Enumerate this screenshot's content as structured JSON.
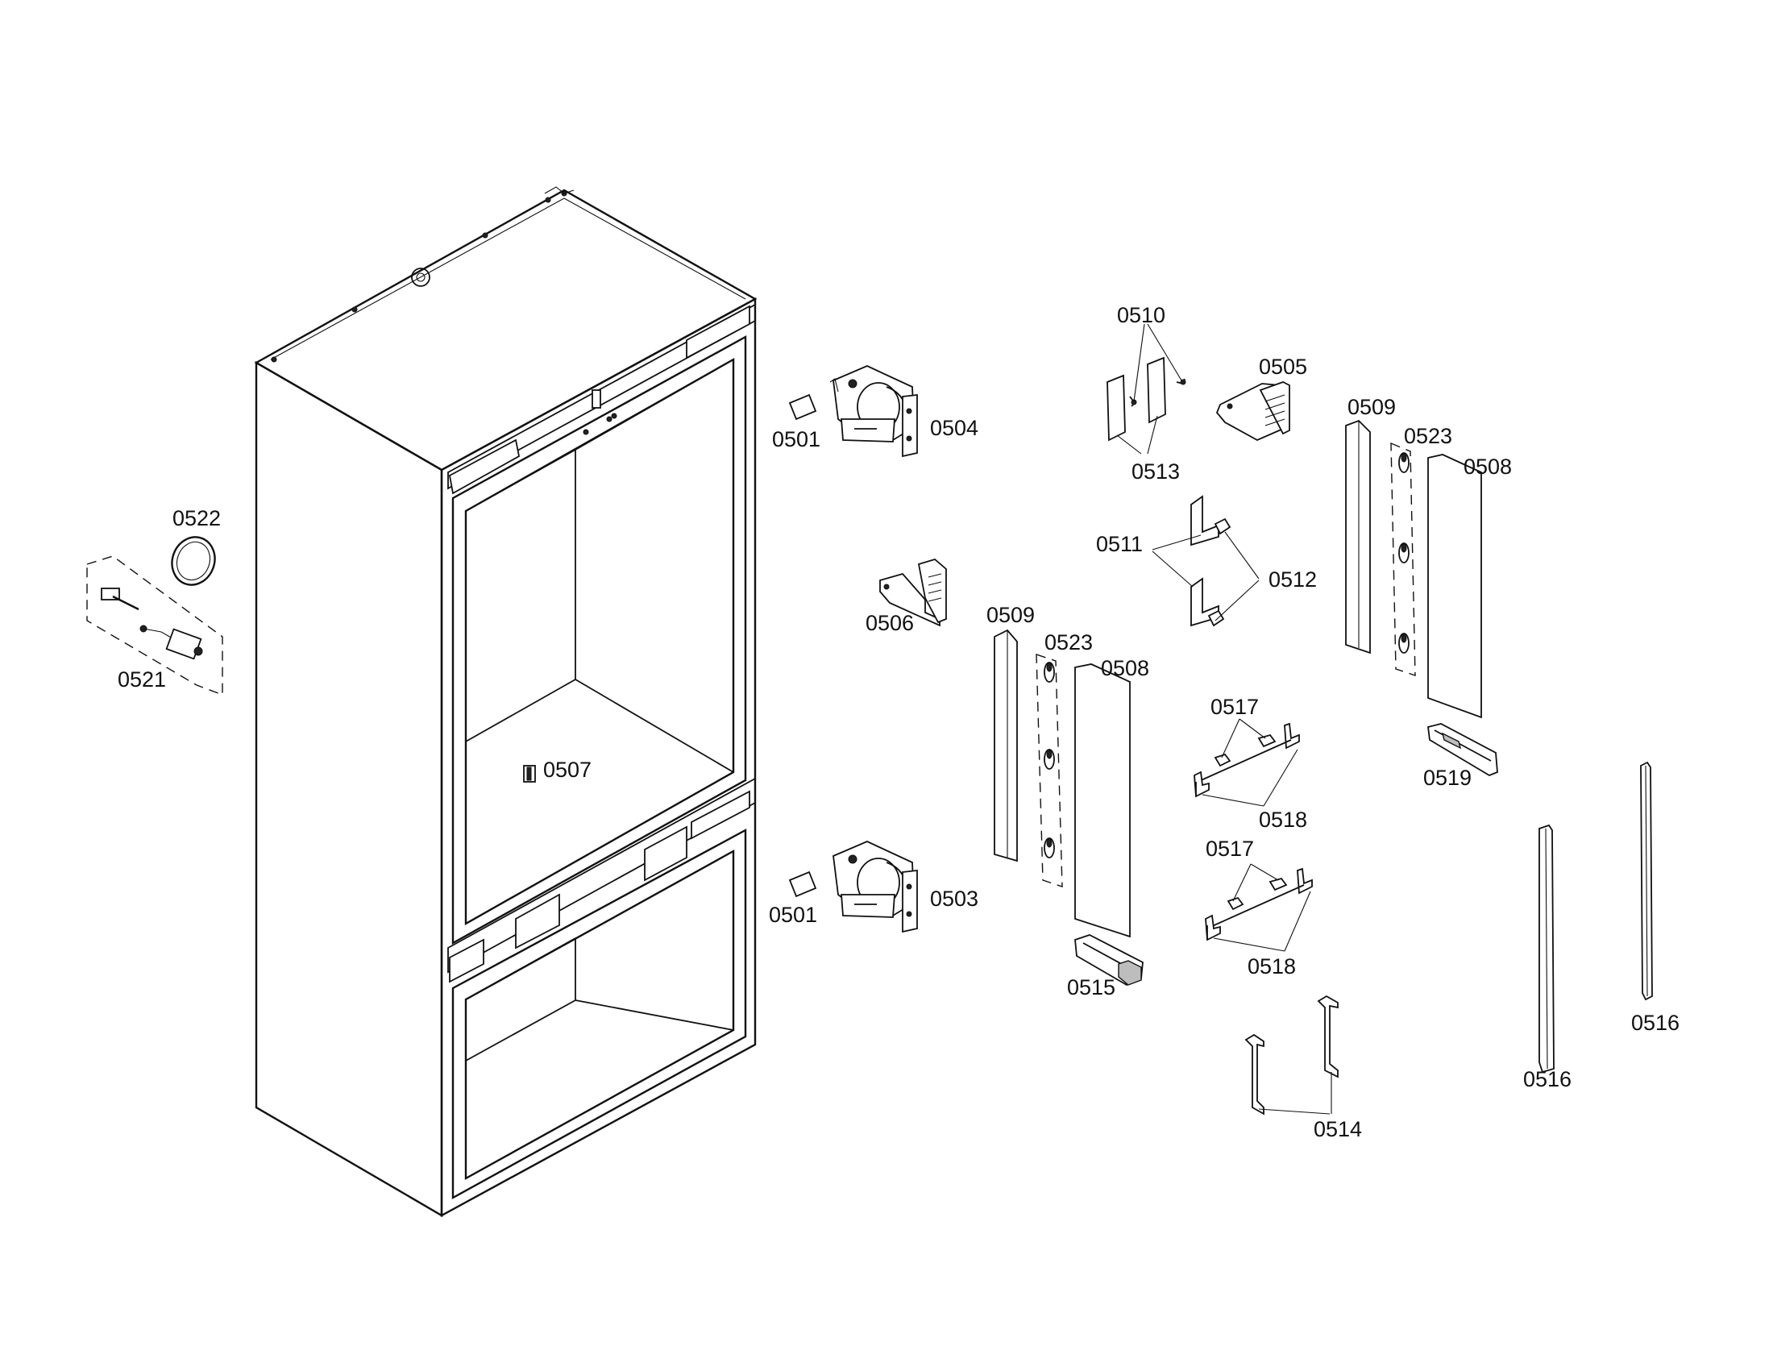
{
  "labels": {
    "p0501_top": "0501",
    "p0501_bottom": "0501",
    "p0503": "0503",
    "p0504": "0504",
    "p0505": "0505",
    "p0506": "0506",
    "p0507": "0507",
    "p0508_left": "0508",
    "p0508_right": "0508",
    "p0509_left": "0509",
    "p0509_right": "0509",
    "p0510": "0510",
    "p0511": "0511",
    "p0512": "0512",
    "p0513": "0513",
    "p0514": "0514",
    "p0515": "0515",
    "p0516_left": "0516",
    "p0516_right": "0516",
    "p0517_top": "0517",
    "p0517_bottom": "0517",
    "p0518_top": "0518",
    "p0518_bottom": "0518",
    "p0519": "0519",
    "p0521": "0521",
    "p0522": "0522",
    "p0523_left": "0523",
    "p0523_right": "0523"
  }
}
